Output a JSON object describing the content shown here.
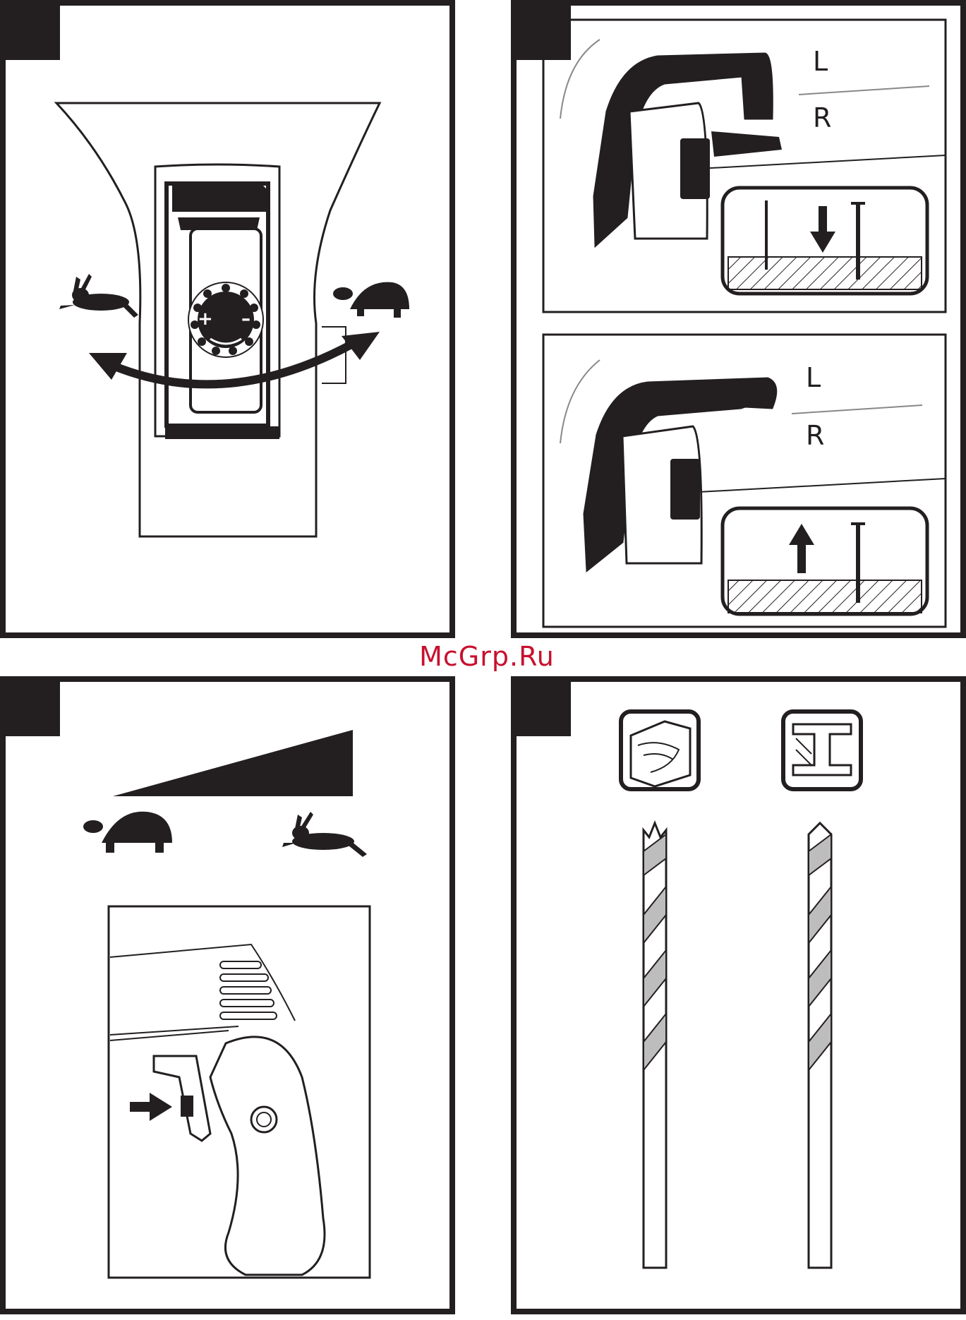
{
  "watermark": "McGrp.Ru",
  "panel_top_right": {
    "upper": {
      "label_l": "L",
      "label_r": "R"
    },
    "lower": {
      "label_l": "L",
      "label_r": "R"
    }
  },
  "speed_dial": {
    "plus": "+",
    "minus": "–"
  },
  "colors": {
    "ink": "#231f20",
    "watermark": "#c8102e",
    "drill_bit_groove": "#bdbdbd"
  },
  "icons": [
    "hare-icon",
    "tortoise-icon",
    "wood-material-icon",
    "metal-material-icon",
    "arrow-down-icon",
    "arrow-up-icon",
    "arrow-right-icon"
  ]
}
